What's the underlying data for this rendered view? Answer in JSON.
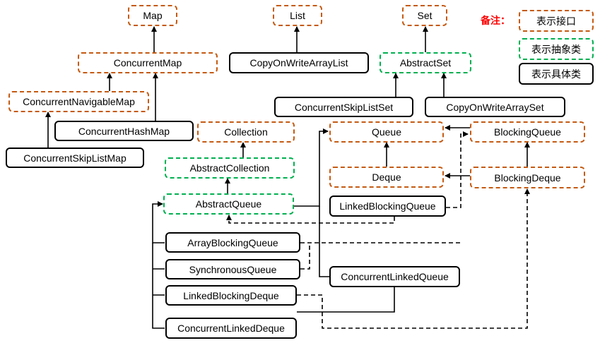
{
  "legend": {
    "title": "备注：",
    "interface": "表示接口",
    "abstract": "表示抽象类",
    "concrete": "表示具体类"
  },
  "nodes": {
    "map": "Map",
    "list": "List",
    "set": "Set",
    "concurrent_map": "ConcurrentMap",
    "copy_on_write_array_list": "CopyOnWriteArrayList",
    "abstract_set": "AbstractSet",
    "concurrent_navigable_map": "ConcurrentNavigableMap",
    "concurrent_skip_list_set": "ConcurrentSkipListSet",
    "copy_on_write_array_set": "CopyOnWriteArraySet",
    "concurrent_hash_map": "ConcurrentHashMap",
    "collection": "Collection",
    "queue": "Queue",
    "blocking_queue": "BlockingQueue",
    "concurrent_skip_list_map": "ConcurrentSkipListMap",
    "abstract_collection": "AbstractCollection",
    "deque": "Deque",
    "blocking_deque": "BlockingDeque",
    "abstract_queue": "AbstractQueue",
    "linked_blocking_queue": "LinkedBlockingQueue",
    "array_blocking_queue": "ArrayBlockingQueue",
    "synchronous_queue": "SynchronousQueue",
    "concurrent_linked_queue": "ConcurrentLinkedQueue",
    "linked_blocking_deque": "LinkedBlockingDeque",
    "concurrent_linked_deque": "ConcurrentLinkedDeque"
  },
  "colors": {
    "interface_border": "#c55a11",
    "abstract_border": "#00b050",
    "concrete_border": "#000000",
    "legend_title": "#ff0000"
  }
}
